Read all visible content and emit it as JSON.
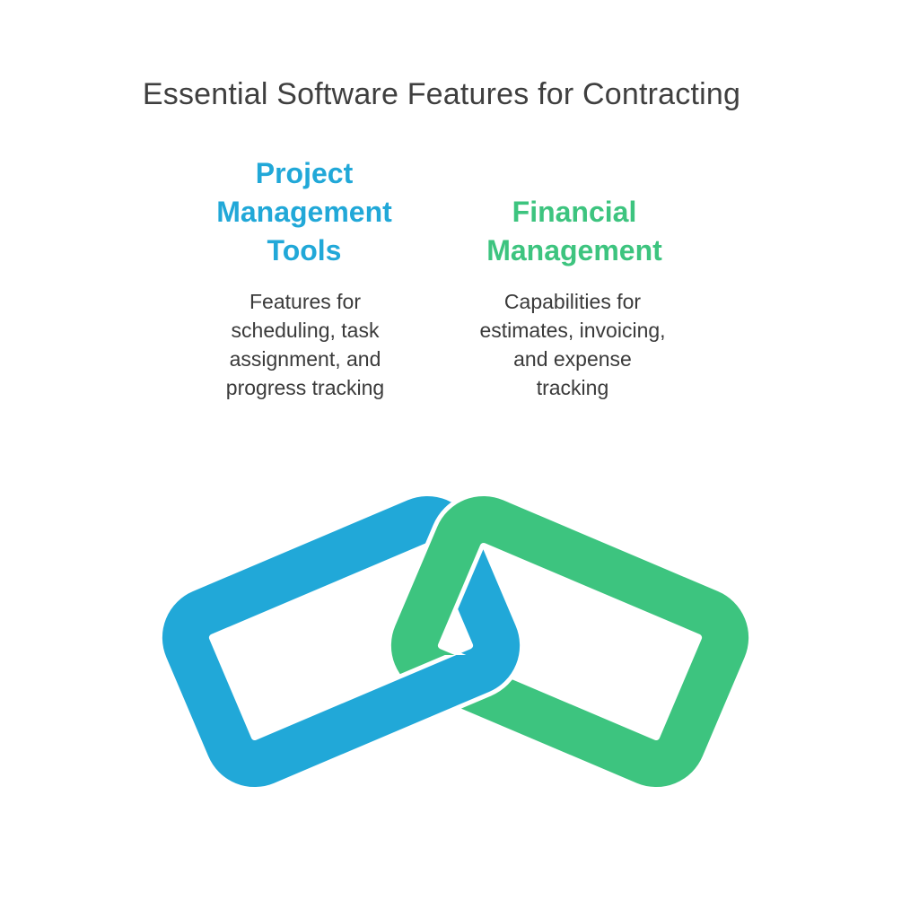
{
  "title": "Essential Software Features for Contracting",
  "features": [
    {
      "title_lines": [
        "Project",
        "Management",
        "Tools"
      ],
      "desc_lines": [
        "Features for",
        "scheduling, task",
        "assignment, and",
        "progress tracking"
      ],
      "color": "#21A8D8"
    },
    {
      "title_lines": [
        "Financial",
        "Management"
      ],
      "desc_lines": [
        "Capabilities for",
        "estimates, invoicing,",
        "and expense",
        "tracking"
      ],
      "color": "#3DC47F"
    }
  ],
  "chain": {
    "link_colors": [
      "#21A8D8",
      "#3DC47F"
    ]
  }
}
